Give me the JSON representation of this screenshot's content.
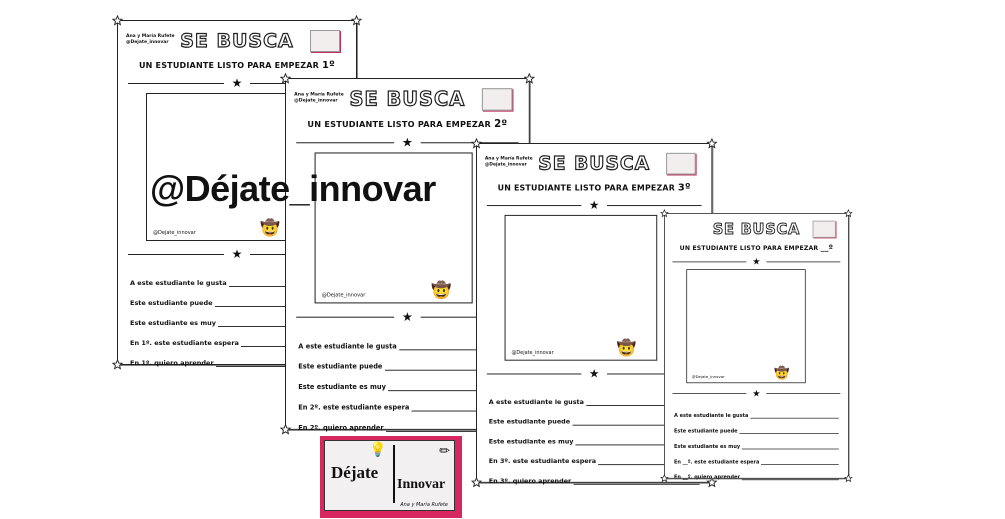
{
  "watermark": "@Déjate_innovar",
  "logo": {
    "word1": "Déjate",
    "word2": "Innovar",
    "authors": "Ana y María Rufete",
    "accent": "#d6285e"
  },
  "sheets": [
    {
      "author_line1": "Ana y María Rufete",
      "author_line2": "@Dejate_innovar",
      "title": "SE BUSCA",
      "subtitle": "UN ESTUDIANTE LISTO PARA EMPEZAR",
      "grade": "1º",
      "handle": "@Dejate_innovar",
      "rows": [
        "A este estudiante le gusta",
        "Este estudiante puede",
        "Este estudiante es muy",
        "En 1º. este estudiante espera",
        "En 1º. quiero aprender"
      ]
    },
    {
      "author_line1": "Ana y María Rufete",
      "author_line2": "@Dejate_innovar",
      "title": "SE BUSCA",
      "subtitle": "UN ESTUDIANTE LISTO PARA EMPEZAR",
      "grade": "2º",
      "handle": "@Dejate_innovar",
      "rows": [
        "A este estudiante le gusta",
        "Este estudiante puede",
        "Este estudiante es muy",
        "En 2º. este estudiante espera",
        "En 2º. quiero aprender"
      ]
    },
    {
      "author_line1": "Ana y María Rufete",
      "author_line2": "@Dejate_innovar",
      "title": "SE BUSCA",
      "subtitle": "UN ESTUDIANTE LISTO PARA EMPEZAR",
      "grade": "3º",
      "handle": "@Dejate_innovar",
      "rows": [
        "A este estudiante le gusta",
        "Este estudiante puede",
        "Este estudiante es muy",
        "En 3º. este estudiante espera",
        "En 3º. quiero aprender"
      ]
    },
    {
      "author_line1": "",
      "author_line2": "",
      "title": "SE BUSCA",
      "subtitle": "UN ESTUDIANTE LISTO PARA EMPEZAR",
      "grade": "__º",
      "handle": "@Dejate_innovar",
      "rows": [
        "A este estudiante le gusta",
        "Este estudiante puede",
        "Este estudiante es muy",
        "En __º. este estudiante espera",
        "En __º. quiero aprender"
      ]
    }
  ]
}
